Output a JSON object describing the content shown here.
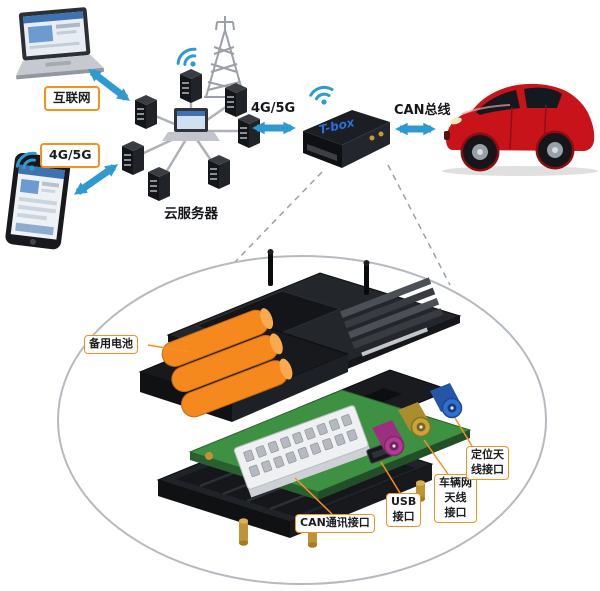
{
  "network_diagram": {
    "internet_label": "互联网",
    "phone_link_label": "4G/5G",
    "cloud_server_label": "云服务器",
    "server_tbox_link_label": "4G/5G",
    "can_bus_label": "CAN总线",
    "tbox_brand": "T-box"
  },
  "exploded_view": {
    "callouts": {
      "backup_battery": {
        "lines": [
          "备用电池"
        ]
      },
      "can_interface": {
        "lines": [
          "CAN通讯接口"
        ]
      },
      "usb_interface": {
        "lines": [
          "USB",
          "接口"
        ]
      },
      "vehicle_network_antenna": {
        "lines": [
          "车辆网",
          "天线",
          "接口"
        ]
      },
      "positioning_antenna": {
        "lines": [
          "定位天",
          "线接口"
        ]
      }
    }
  },
  "icons": {
    "wifi": "wifi-signal-icon",
    "cell_tower": "cell-tower-icon"
  },
  "colors": {
    "arrow_blue": "#2f9ad0",
    "callout_orange": "#f59120",
    "car_red": "#c8131b",
    "battery_orange": "#f6891e",
    "pcb_green": "#3e9142",
    "fakra_magenta": "#b23a92",
    "fakra_yellow": "#c8a43c",
    "fakra_blue": "#2f6fd0",
    "tbox_brand_blue": "#2b6fd6"
  }
}
